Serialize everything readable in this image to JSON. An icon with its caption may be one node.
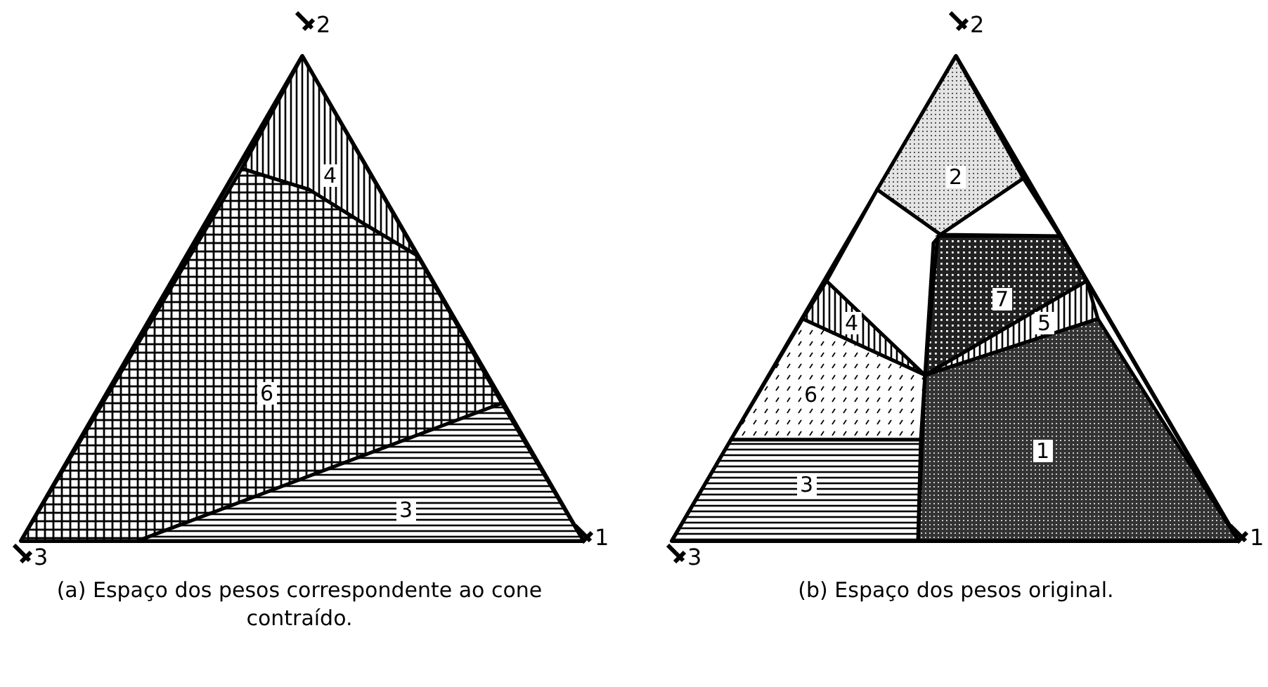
{
  "diagram": {
    "nodes": [
      {
        "text": [],
        "shape": "triangle",
        "beside": [
          "(a) Espaço dos pesos correspondente ao cone contraído."
        ]
      },
      {
        "text": [
          "4"
        ],
        "in": 0
      },
      {
        "text": [
          "6"
        ],
        "in": 0
      },
      {
        "text": [
          "3"
        ],
        "in": 0
      },
      {
        "text": [],
        "shape": "triangle",
        "beside": [
          "(b) Espaço dos pesos original."
        ]
      },
      {
        "text": [
          "2"
        ],
        "in": 4
      },
      {
        "text": [
          "7"
        ],
        "in": 4
      },
      {
        "text": [
          "4"
        ],
        "in": 4
      },
      {
        "text": [
          "5"
        ],
        "in": 4
      },
      {
        "text": [
          "6"
        ],
        "in": 4
      },
      {
        "text": [
          "1"
        ],
        "in": 4
      },
      {
        "text": [
          "3"
        ],
        "in": 4
      }
    ],
    "edges": [],
    "labels": [
      "2",
      "2",
      "3",
      "1",
      "3",
      "1"
    ]
  }
}
